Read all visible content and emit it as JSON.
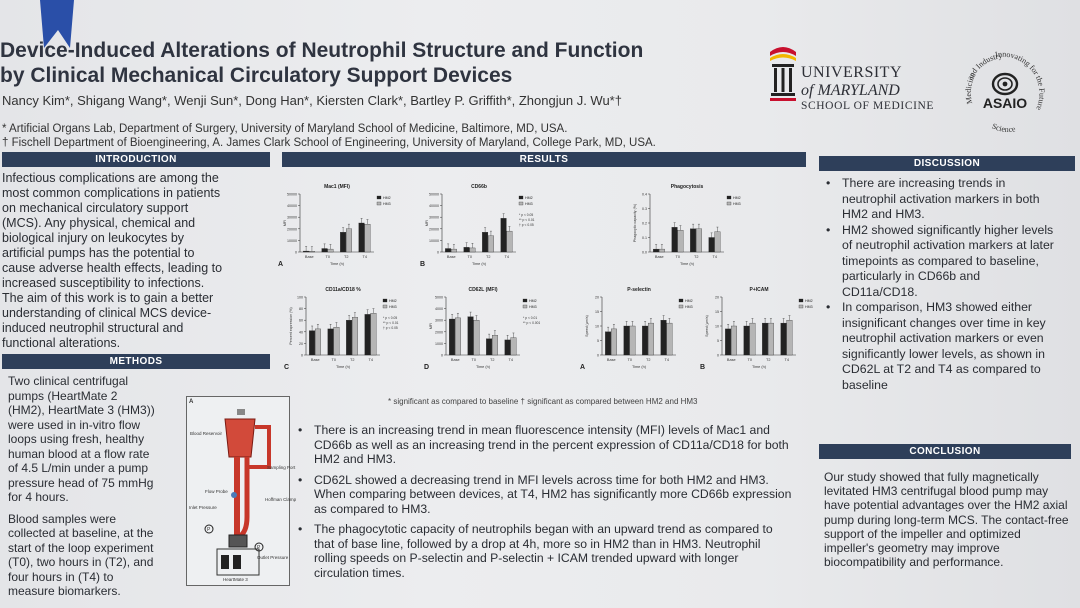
{
  "poster": {
    "title_line1": "Device-Induced Alterations of Neutrophil Structure and Function",
    "title_line2": "by Clinical Mechanical Circulatory Support Devices",
    "authors": "Nancy Kim*, Shigang Wang*, Wenji Sun*, Dong Han*, Kiersten Clark*, Bartley P. Griffith*, Zhongjun J. Wu*†",
    "affiliation1": "* Artificial Organs Lab, Department of Surgery, University of Maryland School of Medicine, Baltimore, MD, USA.",
    "affiliation2": "† Fischell Department of Bioengineering, A. James Clark School of Engineering, University of Maryland, College Park, MD, USA."
  },
  "logos": {
    "umd_line1": "UNIVERSITY",
    "umd_line2": "of MARYLAND",
    "umd_line3": "SCHOOL OF MEDICINE",
    "asaio_name": "ASAIO",
    "asaio_ring_top": "and Industry",
    "asaio_ring_right": "Innovating for the Future",
    "asaio_ring_left": "Medicine",
    "asaio_ring_bottom": "Science"
  },
  "sections": {
    "introduction": {
      "header": "INTRODUCTION",
      "lines": [
        "Infectious complications are among the",
        "most common complications in patients",
        "on mechanical circulatory support",
        "(MCS). Any physical, chemical and",
        "biological injury on leukocytes by",
        "artificial pumps has the potential to",
        "cause adverse health effects, leading to",
        "increased susceptibility to infections.",
        "The aim of this work is to gain a better",
        "understanding of clinical MCS device-",
        "induced neutrophil structural and",
        "functional alterations."
      ]
    },
    "methods": {
      "header": "METHODS",
      "lines": [
        "Two clinical centrifugal",
        "pumps (HeartMate 2",
        "(HM2), HeartMate 3 (HM3))",
        "were used in in-vitro flow",
        "loops using fresh, healthy",
        "human blood at a flow rate",
        "of 4.5 L/min under a pump",
        "pressure head of 75 mmHg",
        "for 4 hours."
      ],
      "lines2": [
        "Blood samples were",
        "collected at baseline, at the",
        "start of the loop experiment",
        "(T0), two hours in (T2), and",
        "four hours in (T4) to",
        "measure biomarkers."
      ],
      "diagram_labels": {
        "panel": "A",
        "reservoir": "Blood Reservoir",
        "sampling": "Sampling Port",
        "flow_probe": "Flow Probe",
        "hoffman": "Hoffman Clamp",
        "inlet": "Inlet Pressure",
        "outlet": "Outlet Pressure",
        "pump": "HeartMate 3",
        "p": "P"
      }
    },
    "results": {
      "header": "RESULTS",
      "figure_note": "* significant as compared to baseline   † significant as compared between HM2 and HM3",
      "bullets": [
        "There is an increasing trend in mean fluorescence intensity (MFI) levels of Mac1 and CD66b as well as an increasing trend in the percent expression of CD11a/CD18 for both HM2 and HM3.",
        "CD62L showed a decreasing trend in MFI levels across time for both HM2 and HM3. When comparing between devices, at T4, HM2 has significantly more CD66b expression as compared to HM3.",
        "The phagocytotic capacity of neutrophils began with an upward trend as compared to that of base line, followed by a drop at 4h, more so in HM2 than in HM3. Neutrophil rolling speeds on P-selectin and P-selectin + ICAM trended upward with longer circulation times."
      ]
    },
    "discussion": {
      "header": "DISCUSSION",
      "bullets": [
        "There are increasing trends in neutrophil activation markers in both HM2 and HM3.",
        "HM2 showed significantly higher levels of neutrophil activation markers at later timepoints as compared to baseline, particularly in CD66b and CD11a/CD18.",
        "In comparison, HM3 showed either insignificant changes over time in key neutrophil activation markers or even significantly lower levels, as shown in CD62L at T2 and T4 as compared to baseline"
      ]
    },
    "conclusion": {
      "header": "CONCLUSION",
      "text": "Our study showed that fully magnetically levitated HM3 centrifugal blood pump may have potential advantages over the HM2 axial pump during long-term MCS. The contact-free support of the impeller and optimized impeller's geometry may improve biocompatibility and performance."
    }
  },
  "chart_data": [
    {
      "type": "bar",
      "title": "Mac1 (MFI)",
      "panel": "A",
      "categories": [
        "Base",
        "T0",
        "T2",
        "T4"
      ],
      "xlabel": "Time (h)",
      "ylabel": "MFI",
      "ylim": [
        0,
        50000
      ],
      "yticks": [
        "0",
        "10000",
        "20000",
        "30000",
        "40000",
        "50000"
      ],
      "series": [
        {
          "name": "HM2",
          "values": [
            800,
            3000,
            17000,
            25000
          ]
        },
        {
          "name": "HM3",
          "values": [
            600,
            2500,
            20000,
            24000
          ]
        }
      ],
      "colors": {
        "HM2": "#222222",
        "HM3": "#b5b5b5"
      }
    },
    {
      "type": "bar",
      "title": "CD66b",
      "panel": "B",
      "categories": [
        "Base",
        "T0",
        "T2",
        "T4"
      ],
      "xlabel": "Time (h)",
      "ylabel": "MFI",
      "ylim": [
        0,
        50000
      ],
      "yticks": [
        "0",
        "10000",
        "20000",
        "30000",
        "40000",
        "50000"
      ],
      "series": [
        {
          "name": "HM2",
          "values": [
            3000,
            4000,
            17000,
            29000
          ]
        },
        {
          "name": "HM3",
          "values": [
            2500,
            3500,
            14000,
            18000
          ]
        }
      ],
      "annotations": [
        "* p < 0.05",
        "** p < 0.01",
        "† p < 0.05"
      ],
      "colors": {
        "HM2": "#222222",
        "HM3": "#b5b5b5"
      }
    },
    {
      "type": "bar",
      "title": "Phagocytosis",
      "categories": [
        "Base",
        "T0",
        "T2",
        "T4"
      ],
      "xlabel": "Time (h)",
      "ylabel": "Phagocytic capacity (%)",
      "ylim": [
        0,
        0.4
      ],
      "yticks": [
        "0.0",
        "0.1",
        "0.2",
        "0.3",
        "0.4"
      ],
      "series": [
        {
          "name": "HM2",
          "values": [
            0.02,
            0.17,
            0.16,
            0.1
          ]
        },
        {
          "name": "HM3",
          "values": [
            0.02,
            0.15,
            0.16,
            0.14
          ]
        }
      ],
      "colors": {
        "HM2": "#222222",
        "HM3": "#b5b5b5"
      }
    },
    {
      "type": "bar",
      "title": "CD11a/CD18 %",
      "panel": "C",
      "categories": [
        "Base",
        "T0",
        "T2",
        "T4"
      ],
      "xlabel": "Time (h)",
      "ylabel": "Percent expression (%)",
      "ylim": [
        0,
        100
      ],
      "yticks": [
        "0",
        "20",
        "40",
        "60",
        "80",
        "100"
      ],
      "series": [
        {
          "name": "HM2",
          "values": [
            42,
            45,
            60,
            70
          ]
        },
        {
          "name": "HM3",
          "values": [
            45,
            48,
            65,
            72
          ]
        }
      ],
      "annotations": [
        "* p < 0.05",
        "** p < 0.01",
        "† p < 0.05"
      ],
      "colors": {
        "HM2": "#222222",
        "HM3": "#b5b5b5"
      }
    },
    {
      "type": "bar",
      "title": "CD62L (MFI)",
      "panel": "D",
      "categories": [
        "Base",
        "T0",
        "T2",
        "T4"
      ],
      "xlabel": "Time (h)",
      "ylabel": "MFI",
      "ylim": [
        0,
        5000
      ],
      "yticks": [
        "0",
        "1000",
        "2000",
        "3000",
        "4000",
        "5000"
      ],
      "series": [
        {
          "name": "HM2",
          "values": [
            3100,
            3300,
            1400,
            1300
          ]
        },
        {
          "name": "HM3",
          "values": [
            3200,
            3000,
            1700,
            1500
          ]
        }
      ],
      "annotations": [
        "* p < 0.01",
        "** p < 0.001"
      ],
      "colors": {
        "HM2": "#222222",
        "HM3": "#b5b5b5"
      }
    },
    {
      "type": "bar",
      "title": "P-selectin",
      "panel": "A",
      "categories": [
        "Base",
        "T0",
        "T2",
        "T4"
      ],
      "xlabel": "Time (h)",
      "ylabel": "Speed (µm/s)",
      "ylim": [
        0,
        20
      ],
      "yticks": [
        "0",
        "5",
        "10",
        "15",
        "20"
      ],
      "series": [
        {
          "name": "HM2",
          "values": [
            8,
            10,
            10,
            12
          ]
        },
        {
          "name": "HM3",
          "values": [
            9,
            10,
            11,
            11
          ]
        }
      ],
      "colors": {
        "HM2": "#222222",
        "HM3": "#b5b5b5"
      }
    },
    {
      "type": "bar",
      "title": "P+ICAM",
      "panel": "B",
      "categories": [
        "Base",
        "T0",
        "T2",
        "T4"
      ],
      "xlabel": "Time (h)",
      "ylabel": "Speed (µm/s)",
      "ylim": [
        0,
        20
      ],
      "yticks": [
        "0",
        "5",
        "10",
        "15",
        "20"
      ],
      "series": [
        {
          "name": "HM2",
          "values": [
            9,
            10,
            11,
            11
          ]
        },
        {
          "name": "HM3",
          "values": [
            10,
            11,
            11,
            12
          ]
        }
      ],
      "colors": {
        "HM2": "#222222",
        "HM3": "#b5b5b5"
      }
    }
  ]
}
